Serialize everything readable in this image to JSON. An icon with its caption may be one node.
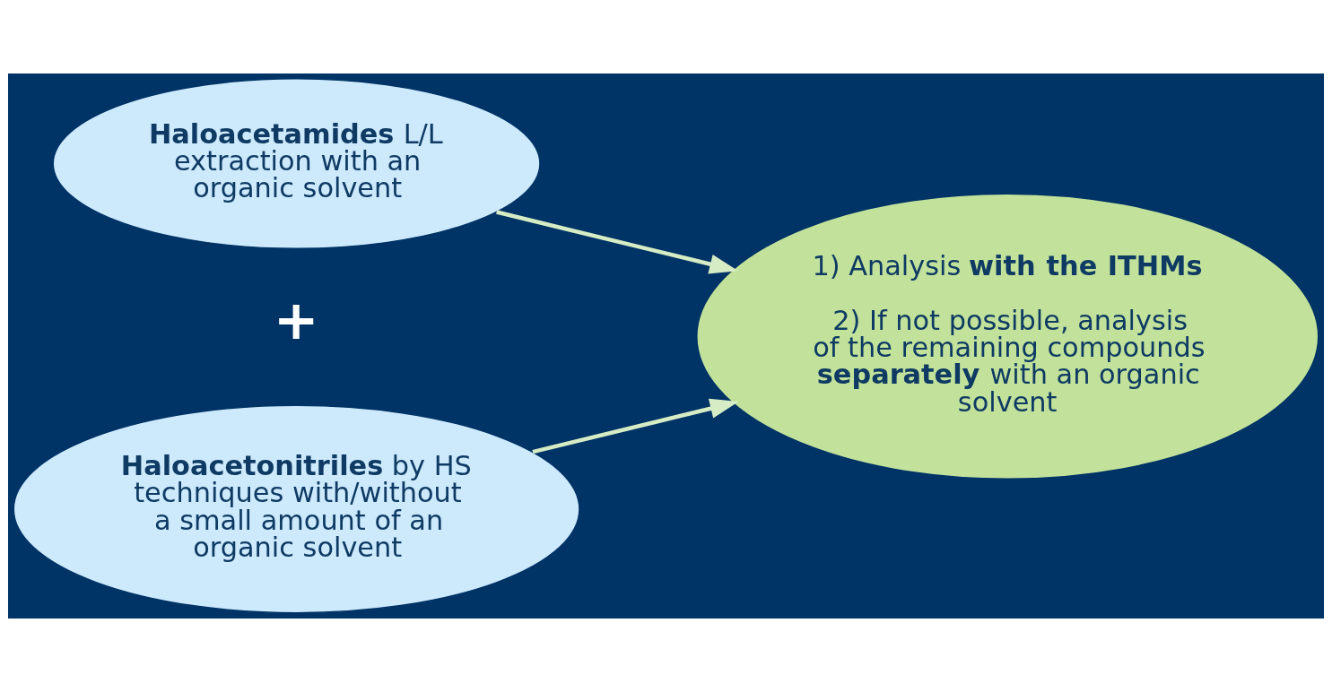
{
  "diagram": {
    "nodes": [
      {
        "text": [
          "**Haloacetamides** L/L extraction with an organic solvent"
        ]
      },
      {
        "text": [
          "**Haloacetonitriles** by HS techniques with/without a small amount of an organic solvent"
        ]
      },
      {
        "text": [
          "1) Analysis **with the ITHMs**",
          "2) If not possible, analysis of the remaining compounds **separately** with an organic solvent"
        ]
      }
    ],
    "edges": [
      {
        "from": 0,
        "to": 2,
        "arrow": "to"
      },
      {
        "from": 1,
        "to": 2,
        "arrow": "to"
      }
    ],
    "labels": [
      "+"
    ]
  }
}
